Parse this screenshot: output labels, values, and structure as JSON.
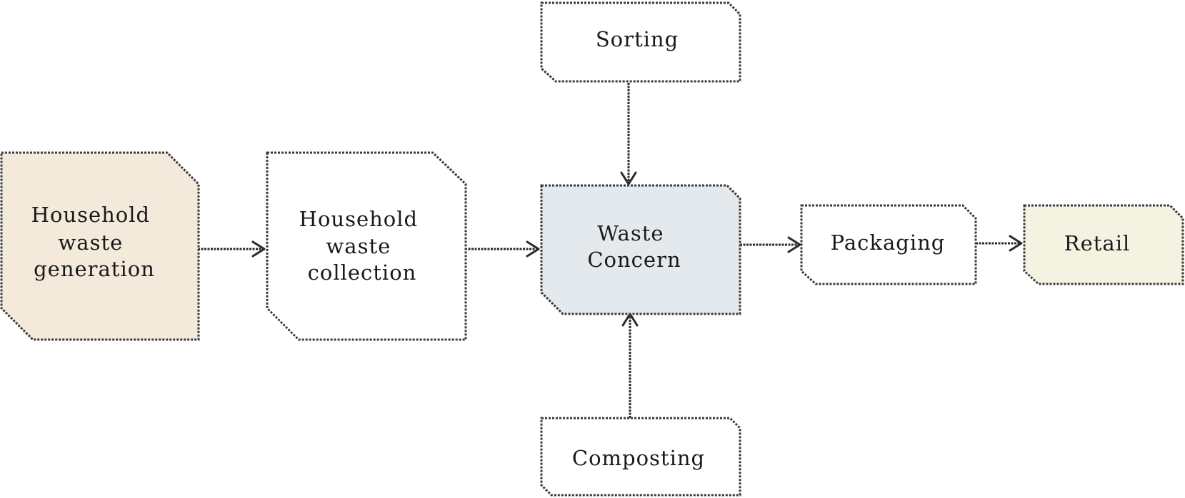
{
  "diagram": {
    "colors": {
      "household_waste_generation": "#f3eadb",
      "waste_concern": "#e3e9ed",
      "retail": "#f4f3e1",
      "default_fill": "#ffffff",
      "stroke": "#3a3a3a"
    },
    "nodes": {
      "household_waste_generation": {
        "lines": [
          "Household",
          "waste",
          "generation"
        ]
      },
      "household_waste_collection": {
        "lines": [
          "Household",
          "waste",
          "collection"
        ]
      },
      "waste_concern": {
        "lines": [
          "Waste",
          "Concern"
        ]
      },
      "sorting": {
        "lines": [
          "Sorting"
        ]
      },
      "composting": {
        "lines": [
          "Composting"
        ]
      },
      "packaging": {
        "lines": [
          "Packaging"
        ]
      },
      "retail": {
        "lines": [
          "Retail"
        ]
      }
    },
    "edges": [
      {
        "from": "household_waste_generation",
        "to": "household_waste_collection"
      },
      {
        "from": "household_waste_collection",
        "to": "waste_concern"
      },
      {
        "from": "sorting",
        "to": "waste_concern"
      },
      {
        "from": "composting",
        "to": "waste_concern"
      },
      {
        "from": "waste_concern",
        "to": "packaging"
      },
      {
        "from": "packaging",
        "to": "retail"
      }
    ]
  }
}
